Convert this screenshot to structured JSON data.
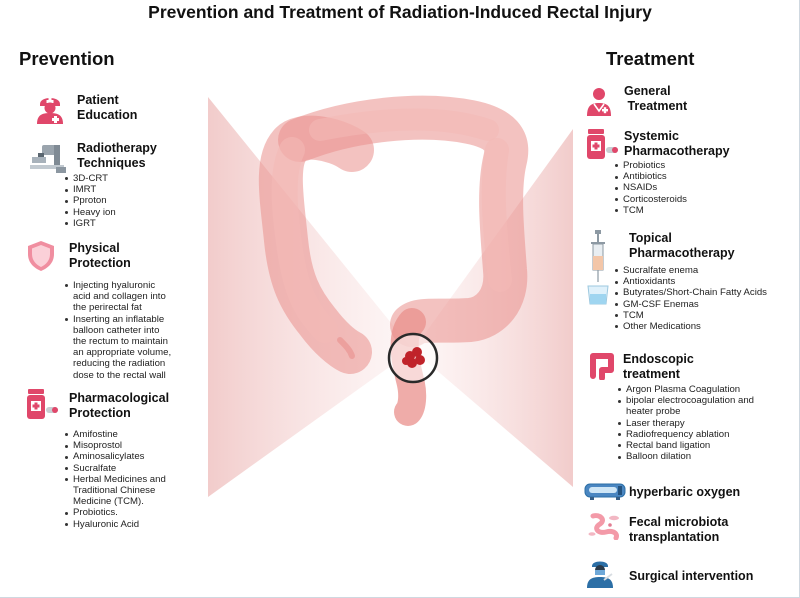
{
  "title": "Prevention and Treatment of Radiation-Induced Rectal Injury",
  "prevention": {
    "heading": "Prevention",
    "sections": [
      {
        "title_lines": [
          "Patient",
          "Education"
        ],
        "icon": "nurse-icon",
        "items": []
      },
      {
        "title_lines": [
          "Radiotherapy",
          "Techniques"
        ],
        "icon": "radiotherapy-machine-icon",
        "items": [
          "3D-CRT",
          "IMRT",
          "Pproton",
          "Heavy ion",
          "IGRT"
        ]
      },
      {
        "title_lines": [
          "Physical",
          "Protection"
        ],
        "icon": "shield-icon",
        "items": [
          [
            "Injecting hyaluronic",
            "acid and collagen into",
            "the perirectal fat"
          ],
          [
            "Inserting an inflatable",
            "balloon catheter into",
            "the rectum to maintain",
            "an appropriate volume,",
            "reducing the radiation",
            "dose to the rectal wall"
          ]
        ]
      },
      {
        "title_lines": [
          "Pharmacological",
          "Protection"
        ],
        "icon": "medicine-bottle-icon",
        "items": [
          "Amifostine",
          "Misoprostol",
          "Aminosalicylates",
          "Sucralfate",
          [
            "Herbal Medicines and",
            "Traditional Chinese",
            "Medicine (TCM)."
          ],
          "Probiotics.",
          "Hyaluronic Acid"
        ]
      }
    ]
  },
  "treatment": {
    "heading": "Treatment",
    "sections": [
      {
        "title_lines": [
          "General",
          " Treatment"
        ],
        "icon": "doctor-icon",
        "items": []
      },
      {
        "title_lines": [
          "Systemic",
          "Pharmacotherapy"
        ],
        "icon": "medicine-bottle-icon",
        "items": [
          "Probiotics",
          "Antibiotics",
          "NSAIDs",
          "Corticosteroids",
          "TCM"
        ]
      },
      {
        "title_lines": [
          "Topical",
          "Pharmacotherapy"
        ],
        "icon": "syringe-icon",
        "items": [
          "Sucralfate enema",
          "Antioxidants",
          "Butyrates/Short-Chain Fatty Acids",
          "GM-CSF Enemas",
          "TCM",
          "Other Medications"
        ]
      },
      {
        "title_lines": [
          "Endoscopic",
          "treatment"
        ],
        "icon": "colon-icon",
        "items": [
          "Argon Plasma Coagulation",
          [
            "bipolar electrocoagulation and",
            "heater probe"
          ],
          "Laser therapy",
          "Radiofrequency ablation",
          "Rectal band ligation",
          "Balloon dilation"
        ]
      },
      {
        "title_lines": [
          "hyperbaric oxygen"
        ],
        "icon": "hyperbaric-chamber-icon",
        "items": []
      },
      {
        "title_lines": [
          "Fecal microbiota",
          "transplantation"
        ],
        "icon": "microbiota-icon",
        "items": []
      },
      {
        "title_lines": [
          "Surgical intervention"
        ],
        "icon": "surgeon-icon",
        "items": []
      }
    ]
  },
  "colors": {
    "icon_pink": "#e0476a",
    "icon_blue": "#2c6fa6",
    "colon": "#efa5a2",
    "lesion": "#c0232a",
    "beam": "#f3d3d2"
  }
}
